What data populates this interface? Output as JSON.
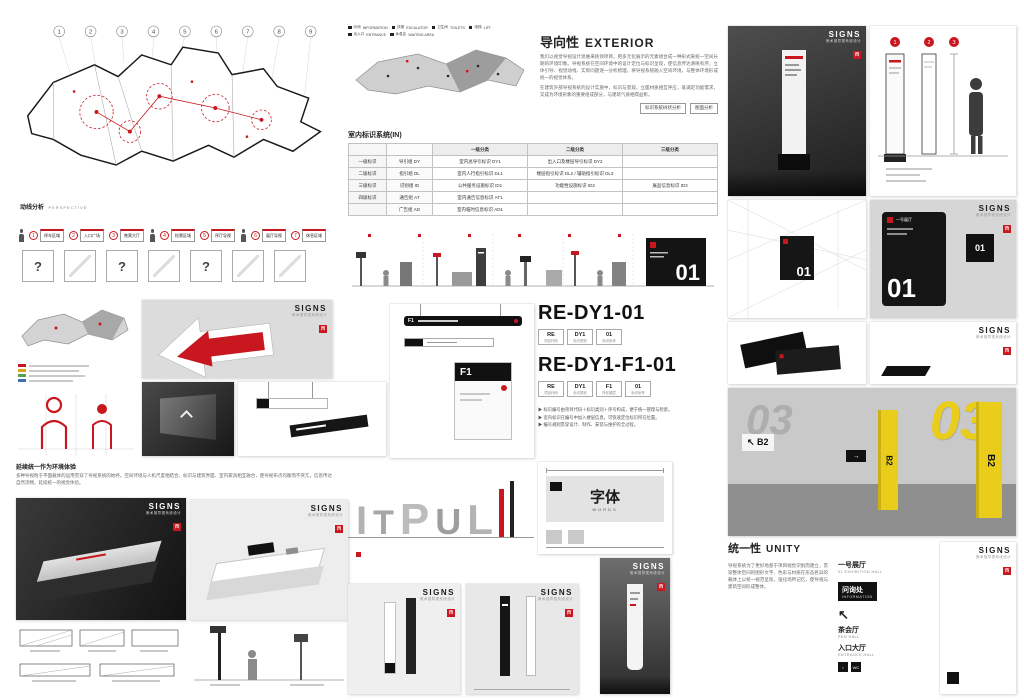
{
  "colors": {
    "red": "#c8171e",
    "yellow": "#e9cd1a",
    "dark": "#111111"
  },
  "logo": {
    "title": "SIGNS",
    "tagline": "美术馆导视系统设计",
    "seal": "西"
  },
  "plan": {
    "caption_cn": "动线分析",
    "caption_en": "PERSPECTIVE",
    "callouts": [
      "1",
      "2",
      "3",
      "4",
      "5",
      "6",
      "7",
      "8",
      "9"
    ]
  },
  "journey": {
    "nums": [
      "1",
      "2",
      "3",
      "4",
      "5",
      "6",
      "7"
    ],
    "tags": [
      "停车区域",
      "入口广场",
      "售票大厅",
      "检票区域",
      "序厅导视",
      "展厅导视",
      "休息区域"
    ],
    "squares": [
      "?",
      "",
      "?",
      "",
      "?",
      "",
      ""
    ]
  },
  "legend": {
    "items": [
      {
        "cn": "问询",
        "en": "INFORMATION"
      },
      {
        "cn": "扶梯",
        "en": "ESCALATOR"
      },
      {
        "cn": "卫生间",
        "en": "TOILETS"
      },
      {
        "cn": "电梯",
        "en": "LIFT"
      },
      {
        "cn": "出入口",
        "en": "ENTRANCE"
      },
      {
        "cn": "休息区",
        "en": "WAITING AREA"
      }
    ]
  },
  "exterior": {
    "title_cn": "导向性",
    "title_en": "EXTERIOR",
    "p1": "我们以视觉导视设计思维来统领项目，把多元化展示的元素组合成一种形式来统一空间长期的环境印象。导视系统在空间环境中的设计定位与标识呈现，使信息传达清晰有序；立体引导、视觉动线、实际问题逐一分析梳理，将导视系统融入空间环境，与整体环境形成统一的视觉体系。",
    "p2": "在建筑外部导视系统的设计实施中，标识与景观、立面材质相互呼应，既满足功能需求，又成为环境形象的重要组成部分，与建筑气质相得益彰。",
    "chips": [
      "标识系统树状分析",
      "图面分析"
    ]
  },
  "indoor": {
    "title": "室内标识系统(IN)",
    "h1": "一级分类",
    "h2": "二级分类",
    "h3": "三级分类",
    "rows": [
      {
        "level": "一级标识",
        "group": "导引组 DY",
        "c1": "室内总导引标识 DY1",
        "c2": "出入口及楼层导引标识 DY2",
        "c3": ""
      },
      {
        "level": "二级标识",
        "group": "指引组 DL",
        "c1": "室内人行指引标识 DL1",
        "c2": "楼层指引标识 DL2 / 辅助指引标识 DL3",
        "c3": ""
      },
      {
        "level": "三级标识",
        "group": "识别组 ID",
        "c1": "公共服务设施标识 ID1",
        "c2": "功能性设施标识 ID2",
        "c3": "展品信息标识 ID3"
      },
      {
        "level": "四级标识",
        "group": "通告组 AT",
        "c1": "室内通告信息标识 AT1",
        "c2": "",
        "c3": ""
      },
      {
        "level": "",
        "group": "广告组 AD",
        "c1": "室内临时信息标识 AD1",
        "c2": "",
        "c3": ""
      }
    ]
  },
  "f1": {
    "label": "F1"
  },
  "sign01": {
    "number": "01",
    "title": "一号展厅",
    "side": "01"
  },
  "re": {
    "code1": "RE-DY1-01",
    "code2": "RE-DY1-F1-01",
    "labels1": [
      {
        "k": "RE",
        "v": "项目代码"
      },
      {
        "k": "DY1",
        "v": "标识类别"
      },
      {
        "k": "01",
        "v": "标识序号"
      }
    ],
    "labels2": [
      {
        "k": "RE",
        "v": "项目代码"
      },
      {
        "k": "DY1",
        "v": "标识类别"
      },
      {
        "k": "F1",
        "v": "所在楼层"
      },
      {
        "k": "01",
        "v": "标识序号"
      }
    ],
    "notes": [
      "▶ 标识编号由项目代码＋标识类别＋序号构成，便于统一管理与检索。",
      "▶ 室内标识在编号中加入楼层信息，可快速定位标识所在位置。",
      "▶ 编号规则贯穿设计、制作、安装与维护的全过程。"
    ]
  },
  "pictogram": {
    "heading": "延续统一作为环境体验",
    "para": "多种导视附于平面载体的运用贯穿了导视系统的始终。空间环境与人机尺度相结合，标识与建筑界面、室内家具相互融合，使导视布点均衡而不突兀，信息传达自然流畅，延续统一的视觉体验。"
  },
  "words": {
    "cn": "字体",
    "en": "WORDS"
  },
  "parking": {
    "chip": "↖ B2",
    "dir": "→",
    "col": "B2",
    "zone": "03",
    "ghost": "03"
  },
  "unity": {
    "title_cn": "统一性",
    "title_en": "UNITY",
    "para": "导视系统为了更好地基于项目视觉识别而建立，贯穿整体空间的图形文字、色彩与材质在形态各异的载体上以统一规范呈现，强化场所记忆，使导视与建筑空间形成整体。",
    "arrow": "↖",
    "items": [
      {
        "cn": "一号展厅",
        "en": "01 EXHIBITION HALL"
      },
      {
        "cn": "问询处",
        "en": "INFORMATION"
      },
      {
        "cn": "茶会厅",
        "en": "PEN HALL"
      },
      {
        "cn": "入口大厅",
        "en": "ENTRANCE HALL"
      }
    ],
    "icons": [
      "i",
      "WC"
    ]
  },
  "spec": {
    "markers": [
      "1",
      "2",
      "3"
    ]
  },
  "letters": [
    "I",
    "T",
    "P",
    "U",
    "L"
  ]
}
